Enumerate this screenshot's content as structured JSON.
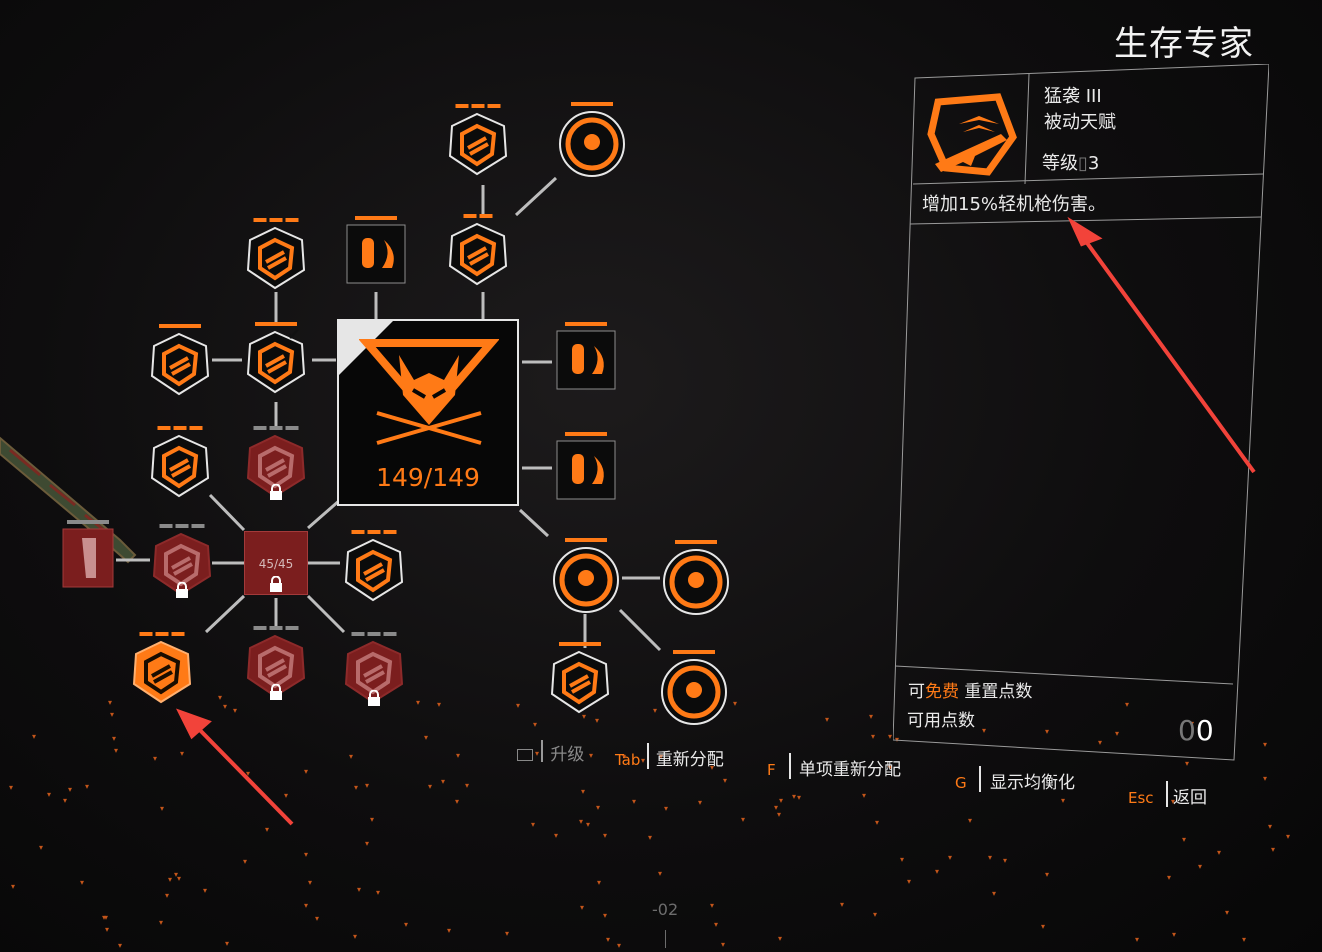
{
  "specialization_title": "生存专家",
  "selected_talent": {
    "name": "猛袭 III",
    "type": "被动天赋",
    "level_label": "等级",
    "level_value": "3",
    "description": "增加15%轻机枪伤害。"
  },
  "core_node": {
    "progress": "149/149"
  },
  "secondary_node": {
    "progress": "45/45"
  },
  "points": {
    "free_prefix": "可",
    "free_highlight": "免费",
    "free_suffix": "重置点数",
    "available_label": "可用点数",
    "available_value": "0",
    "available_value_dim": "0"
  },
  "key_hints": [
    {
      "key": "",
      "label": "升级"
    },
    {
      "key": "Tab",
      "label": "重新分配"
    },
    {
      "key": "F",
      "label": "单项重新分配"
    },
    {
      "key": "G",
      "label": "显示均衡化"
    },
    {
      "key": "Esc",
      "label": "返回"
    }
  ],
  "compass_marker": "-02",
  "colors": {
    "accent": "#ff7a16",
    "locked": "#7b1e1e",
    "line": "#cfcfcf",
    "bg": "#0e0d0e"
  }
}
